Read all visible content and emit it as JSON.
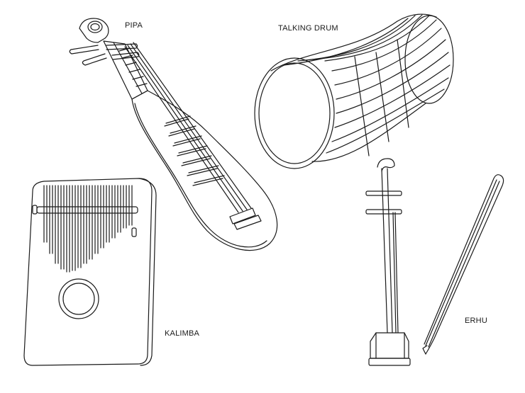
{
  "labels": {
    "pipa": "PIPA",
    "talking_drum": "TALKING DRUM",
    "kalimba": "KALIMBA",
    "erhu": "ERHU"
  },
  "colors": {
    "background": "#ffffff",
    "line": "#1a1a1a",
    "text": "#1a1a1a"
  },
  "illustrations": [
    "pipa-illustration",
    "talking-drum-illustration",
    "kalimba-illustration",
    "erhu-illustration",
    "erhu-bow-illustration"
  ]
}
